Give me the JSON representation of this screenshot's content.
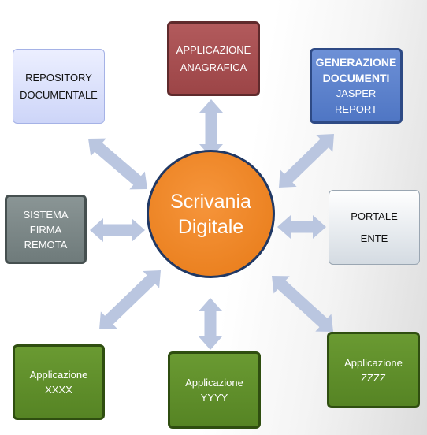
{
  "colors": {
    "arrow": "#bac6e0",
    "center_fill": "#f08a29",
    "center_border": "#203864",
    "repository_fill": "#dbe1fc",
    "anagrafica_fill": "#a8504f",
    "generazione_fill": "#5b82cc",
    "firma_fill": "#7d8787",
    "portale_fill": "#e6ebf0",
    "applicazione_fill": "#5f8f2b"
  },
  "center": {
    "line1": "Scrivania",
    "line2": "Digitale"
  },
  "nodes": {
    "repository": {
      "line1": "REPOSITORY",
      "line2": "DOCUMENTALE"
    },
    "anagrafica": {
      "line1": "APPLICAZIONE",
      "line2": "ANAGRAFICA"
    },
    "generazione": {
      "line1": "GENERAZIONE",
      "line2": "DOCUMENTI",
      "line3": "JASPER",
      "line4": "REPORT"
    },
    "firma": {
      "line1": "SISTEMA",
      "line2": "FIRMA",
      "line3": "REMOTA"
    },
    "portale": {
      "line1": "PORTALE",
      "line2": "ENTE"
    },
    "xxxx": {
      "line1": "Applicazione",
      "line2": "XXXX"
    },
    "yyyy": {
      "line1": "Applicazione",
      "line2": "YYYY"
    },
    "zzzz": {
      "line1": "Applicazione",
      "line2": "ZZZZ"
    }
  }
}
